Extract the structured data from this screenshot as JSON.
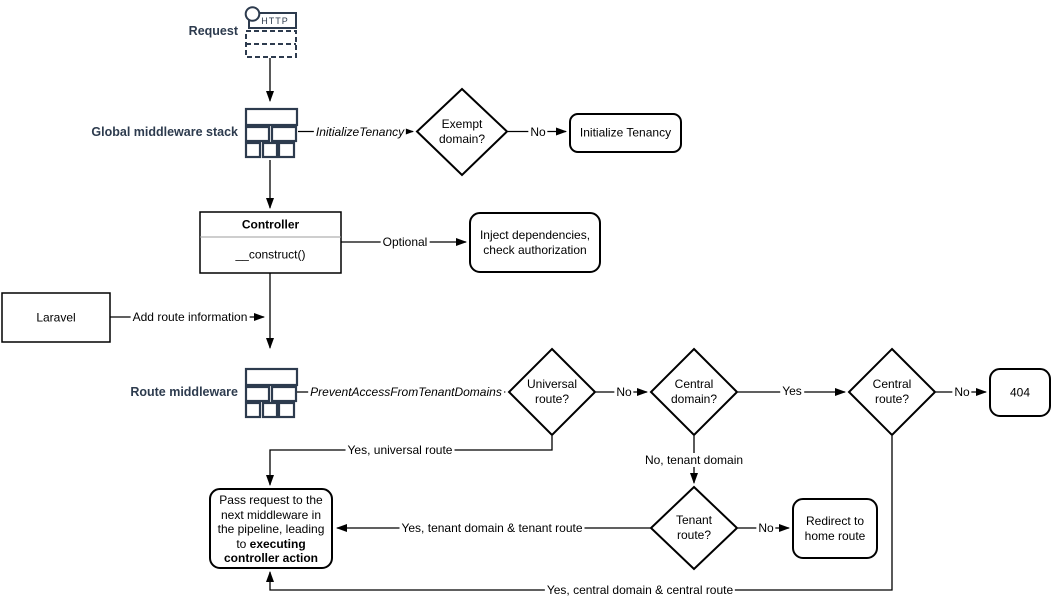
{
  "diagram": {
    "background_color": "#ffffff",
    "line_color": "#000000",
    "accent_color": "#2d3b4e",
    "stage_labels": {
      "request": "Request",
      "global_middleware": "Global middleware stack",
      "route_middleware": "Route middleware"
    },
    "icons": {
      "http_label": "HTTP"
    },
    "nodes": {
      "exempt_domain": {
        "line1": "Exempt",
        "line2": "domain?"
      },
      "initialize_tenancy": {
        "label": "Initialize Tenancy"
      },
      "controller": {
        "title": "Controller",
        "method": "__construct()"
      },
      "inject_dependencies": {
        "line1": "Inject dependencies,",
        "line2": "check authorization"
      },
      "laravel": {
        "label": "Laravel"
      },
      "universal_route": {
        "line1": "Universal",
        "line2": "route?"
      },
      "central_domain": {
        "line1": "Central",
        "line2": "domain?"
      },
      "central_route": {
        "line1": "Central",
        "line2": "route?"
      },
      "not_found": {
        "label": "404"
      },
      "tenant_route": {
        "line1": "Tenant",
        "line2": "route?"
      },
      "redirect_home": {
        "line1": "Redirect to",
        "line2": "home route"
      },
      "pass_request": {
        "text": "Pass request to the next middleware in the pipeline, leading to ",
        "bold_text": "executing controller action"
      }
    },
    "edge_labels": {
      "initialize_tenancy": "InitializeTenancy",
      "exempt_no": "No",
      "optional": "Optional",
      "add_route_information": "Add route information",
      "prevent_access": "PreventAccessFromTenantDomains",
      "universal_no": "No",
      "central_domain_yes": "Yes",
      "central_route_no": "No",
      "universal_yes": "Yes, universal route",
      "tenant_domain_no": "No, tenant domain",
      "tenant_route_no": "No",
      "tenant_yes": "Yes, tenant domain & tenant route",
      "central_yes": "Yes, central domain & central route"
    }
  }
}
